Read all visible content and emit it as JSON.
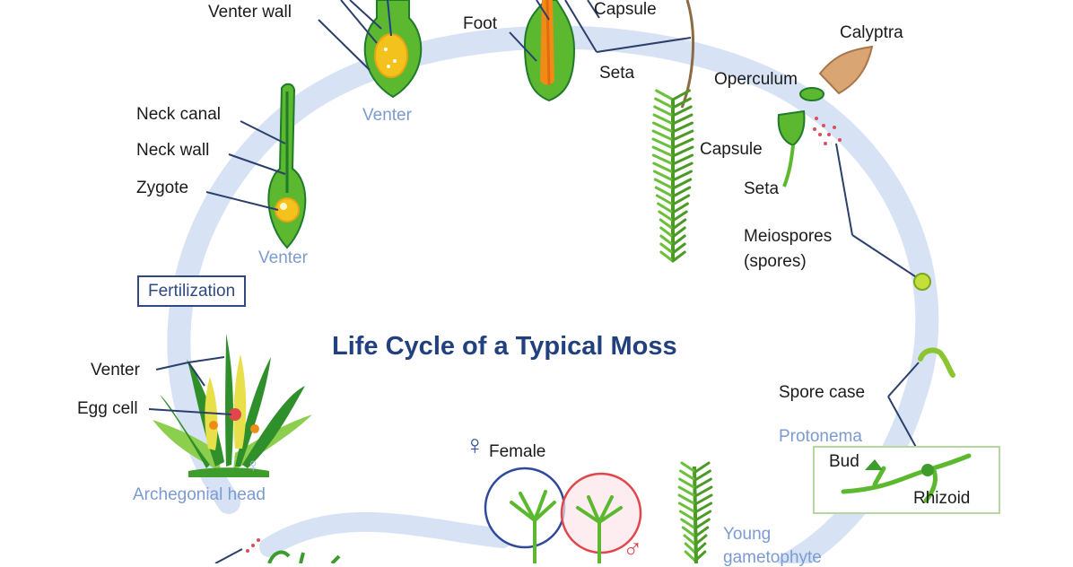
{
  "title": "Life Cycle of a Typical Moss",
  "labels": {
    "venter_wall": "Venter wall",
    "venter_top": "Venter",
    "foot": "Foot",
    "capsule_top": "Capsule",
    "seta_top": "Seta",
    "calyptra": "Calyptra",
    "operculum": "Operculum",
    "capsule_right": "Capsule",
    "seta_right": "Seta",
    "meiospores_1": "Meiospores",
    "meiospores_2": "(spores)",
    "neck_canal": "Neck canal",
    "neck_wall": "Neck wall",
    "zygote": "Zygote",
    "venter_left": "Venter",
    "fertilization": "Fertilization",
    "venter_head": "Venter",
    "egg_cell": "Egg cell",
    "archegonial_head": "Archegonial head",
    "spore_case": "Spore case",
    "protonema": "Protonema",
    "bud": "Bud",
    "rhizoid": "Rhizoid",
    "female": "Female",
    "young_gametophyte_1": "Young",
    "young_gametophyte_2": "gametophyte"
  },
  "symbols": {
    "female": "♀",
    "male": "♂",
    "female_small": "♀"
  },
  "colors": {
    "cycle_ring": "#d7e3f5",
    "plant_green": "#5cb82f",
    "dark_green": "#1f7a2a",
    "yellow": "#f3c21c",
    "orange": "#f08c16",
    "calyptra": "#d9a673",
    "female_circle": "#2f4a9a",
    "male_circle": "#e0474c",
    "title": "#21407d",
    "label_blue": "#7b9bd1"
  }
}
